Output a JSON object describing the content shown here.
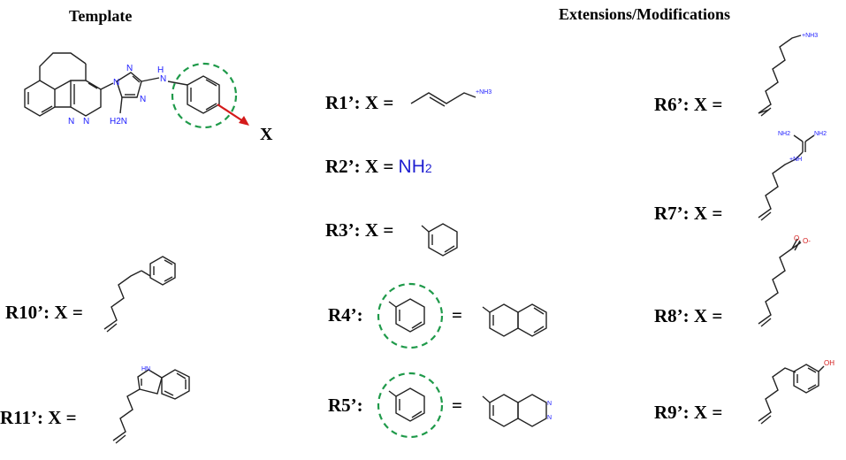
{
  "headings": {
    "template": "Template",
    "extensions": "Extensions/Modifications"
  },
  "template": {
    "x_label": "X",
    "atoms": {
      "nh": "H",
      "n": "N",
      "nh2": "H2N"
    }
  },
  "labels": {
    "r1": "R1’: X =",
    "r2": "R2’: X =",
    "r2_group": "NH",
    "r2_sub": "2",
    "r3": "R3’: X =",
    "r4": "R4’:",
    "r5": "R5’:",
    "r6": "R6’: X =",
    "r7": "R7’: X =",
    "r8": "R8’: X =",
    "r9": "R9’: X =",
    "r10": "R10’: X =",
    "r11": "R11’: X =",
    "equals": "="
  },
  "atoms": {
    "nh3_plus": "+NH3",
    "nh2": "NH2",
    "nh_plus": "+NH",
    "o": "O",
    "o_minus": "O-",
    "oh": "OH",
    "hn": "HN",
    "n": "N"
  },
  "colors": {
    "nitrogen": "#1a1aff",
    "oxygen": "#d41a1a",
    "highlight_circle": "#1f9a4a",
    "arrow": "#d41a1a"
  }
}
